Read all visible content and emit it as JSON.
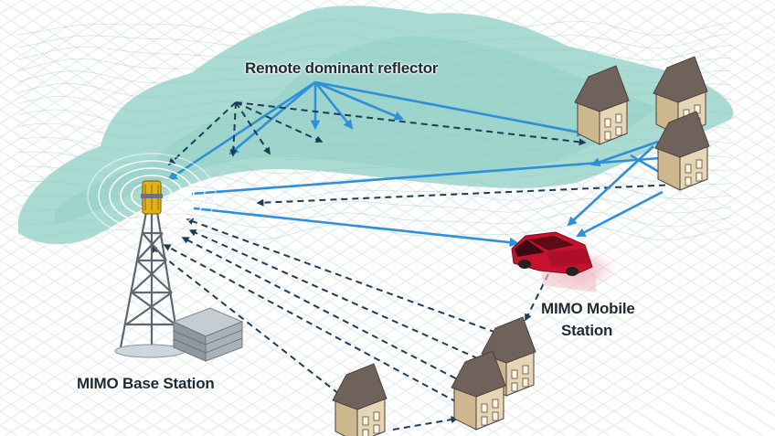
{
  "diagram": {
    "labels": {
      "reflector": "Remote dominant reflector",
      "mobile_line1": "MIMO Mobile",
      "mobile_line2": "Station",
      "base": "MIMO Base Station"
    },
    "colors": {
      "terrain": "#a9dbd2",
      "terrain_dark": "#86c8bd",
      "grid": "#e4e8ea",
      "solid_ray": "#2f8fd8",
      "dashed_ray": "#1d3d56",
      "car": "#c4122f",
      "house_wall": "#e7d6b6",
      "house_roof": "#6f625b",
      "tower": "#5c6770",
      "antenna": "#e0b21a"
    },
    "icons": [
      "base-station-tower-icon",
      "equipment-cabinet-icon",
      "antenna-icon",
      "house-icon",
      "car-icon"
    ]
  }
}
